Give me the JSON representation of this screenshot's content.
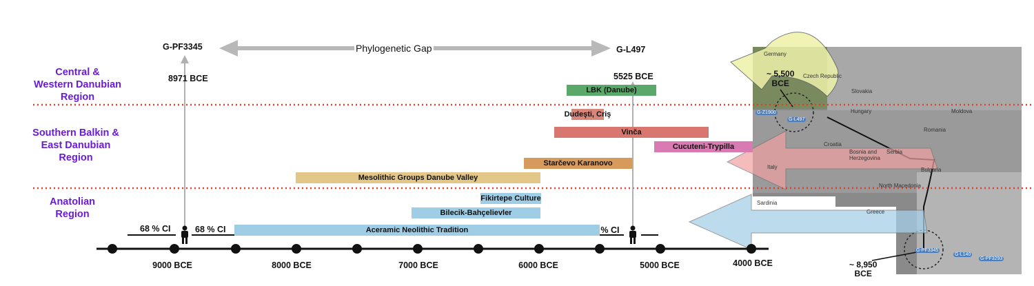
{
  "regions": {
    "central": "Central &\nWestern Danubian\nRegion",
    "southern": "Southern Balkin &\nEast Danubian\nRegion",
    "anatolian": "Anatolian\nRegion"
  },
  "markers": {
    "left_haplogroup": "G-PF3345",
    "left_date": "8971 BCE",
    "right_haplogroup": "G-L497",
    "right_date": "5525 BCE",
    "gap_label": "Phylogenetic Gap",
    "ci_label": "68 % CI"
  },
  "cultures": [
    {
      "name": "LBK (Danube)",
      "color": "#5aa86a"
    },
    {
      "name": "Dudeşti, Criş",
      "color": "#d8857a"
    },
    {
      "name": "Vinča",
      "color": "#d8776f"
    },
    {
      "name": "Cucuteni-Trypilla",
      "color": "#d97ab3"
    },
    {
      "name": "Starčevo Karanovo",
      "color": "#d69a5c"
    },
    {
      "name": "Mesolithic Groups Danube Valley",
      "color": "#e3c788"
    },
    {
      "name": "Fikirtepe Culture",
      "color": "#9fcde6"
    },
    {
      "name": "Bilecik-Bahçelievler",
      "color": "#9fcde6"
    },
    {
      "name": "Aceramic Neolithic Tradition",
      "color": "#9fcde6"
    }
  ],
  "axis": {
    "ticks": [
      "9000 BCE",
      "8000 BCE",
      "7000 BCE",
      "6000 BCE",
      "5000 BCE",
      "4000 BCE"
    ]
  },
  "map": {
    "countries": [
      "Germany",
      "Czech Republic",
      "Slovakia",
      "Hungary",
      "Moldova",
      "Romania",
      "Croatia",
      "Bosnia and Herzegovina",
      "Serbia",
      "Bulgaria",
      "North Macedonia",
      "Italy",
      "Sardinia",
      "Greece"
    ],
    "estimate_top": "~ 5,500\nBCE",
    "estimate_bottom": "~ 8,950\nBCE",
    "pins": [
      "G-Z1900",
      "G-L497",
      "G-PF3345",
      "G-L140",
      "G-PF3293"
    ]
  }
}
